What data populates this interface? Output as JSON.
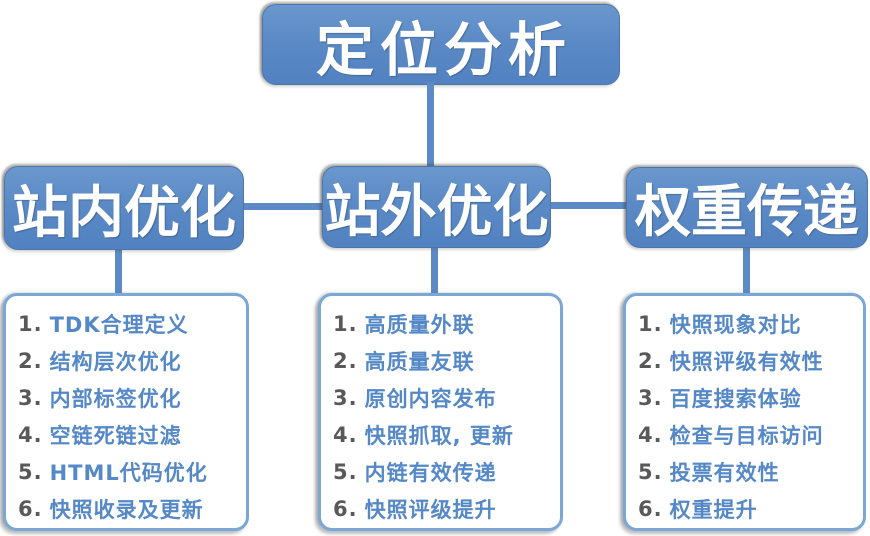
{
  "title": "定位分析",
  "colors": {
    "node_fill": "#5b8ac6",
    "node_fill_light": "#6b97cd",
    "node_border": "#4a76a8",
    "connector": "#5b8ac6",
    "list_border": "#7ba7d7",
    "list_item_text": "#5588c7",
    "list_item_number": "#595959",
    "node_text": "#ffffff",
    "background": "#ffffff"
  },
  "branches": [
    {
      "label": "站内优化",
      "items": [
        {
          "num": "1.",
          "text": "TDK合理定义"
        },
        {
          "num": "2.",
          "text": "结构层次优化"
        },
        {
          "num": "3.",
          "text": "内部标签优化"
        },
        {
          "num": "4.",
          "text": "空链死链过滤"
        },
        {
          "num": "5.",
          "text": "HTML代码优化"
        },
        {
          "num": "6.",
          "text": "快照收录及更新"
        }
      ]
    },
    {
      "label": "站外优化",
      "items": [
        {
          "num": "1.",
          "text": "高质量外联"
        },
        {
          "num": "2.",
          "text": "高质量友联"
        },
        {
          "num": "3.",
          "text": "原创内容发布"
        },
        {
          "num": "4.",
          "text": "快照抓取, 更新"
        },
        {
          "num": "5.",
          "text": "内链有效传递"
        },
        {
          "num": "6.",
          "text": "快照评级提升"
        }
      ]
    },
    {
      "label": "权重传递",
      "items": [
        {
          "num": "1.",
          "text": "快照现象对比"
        },
        {
          "num": "2.",
          "text": "快照评级有效性"
        },
        {
          "num": "3.",
          "text": "百度搜索体验"
        },
        {
          "num": "4.",
          "text": "检查与目标访问"
        },
        {
          "num": "5.",
          "text": "投票有效性"
        },
        {
          "num": "6.",
          "text": "权重提升"
        }
      ]
    }
  ]
}
